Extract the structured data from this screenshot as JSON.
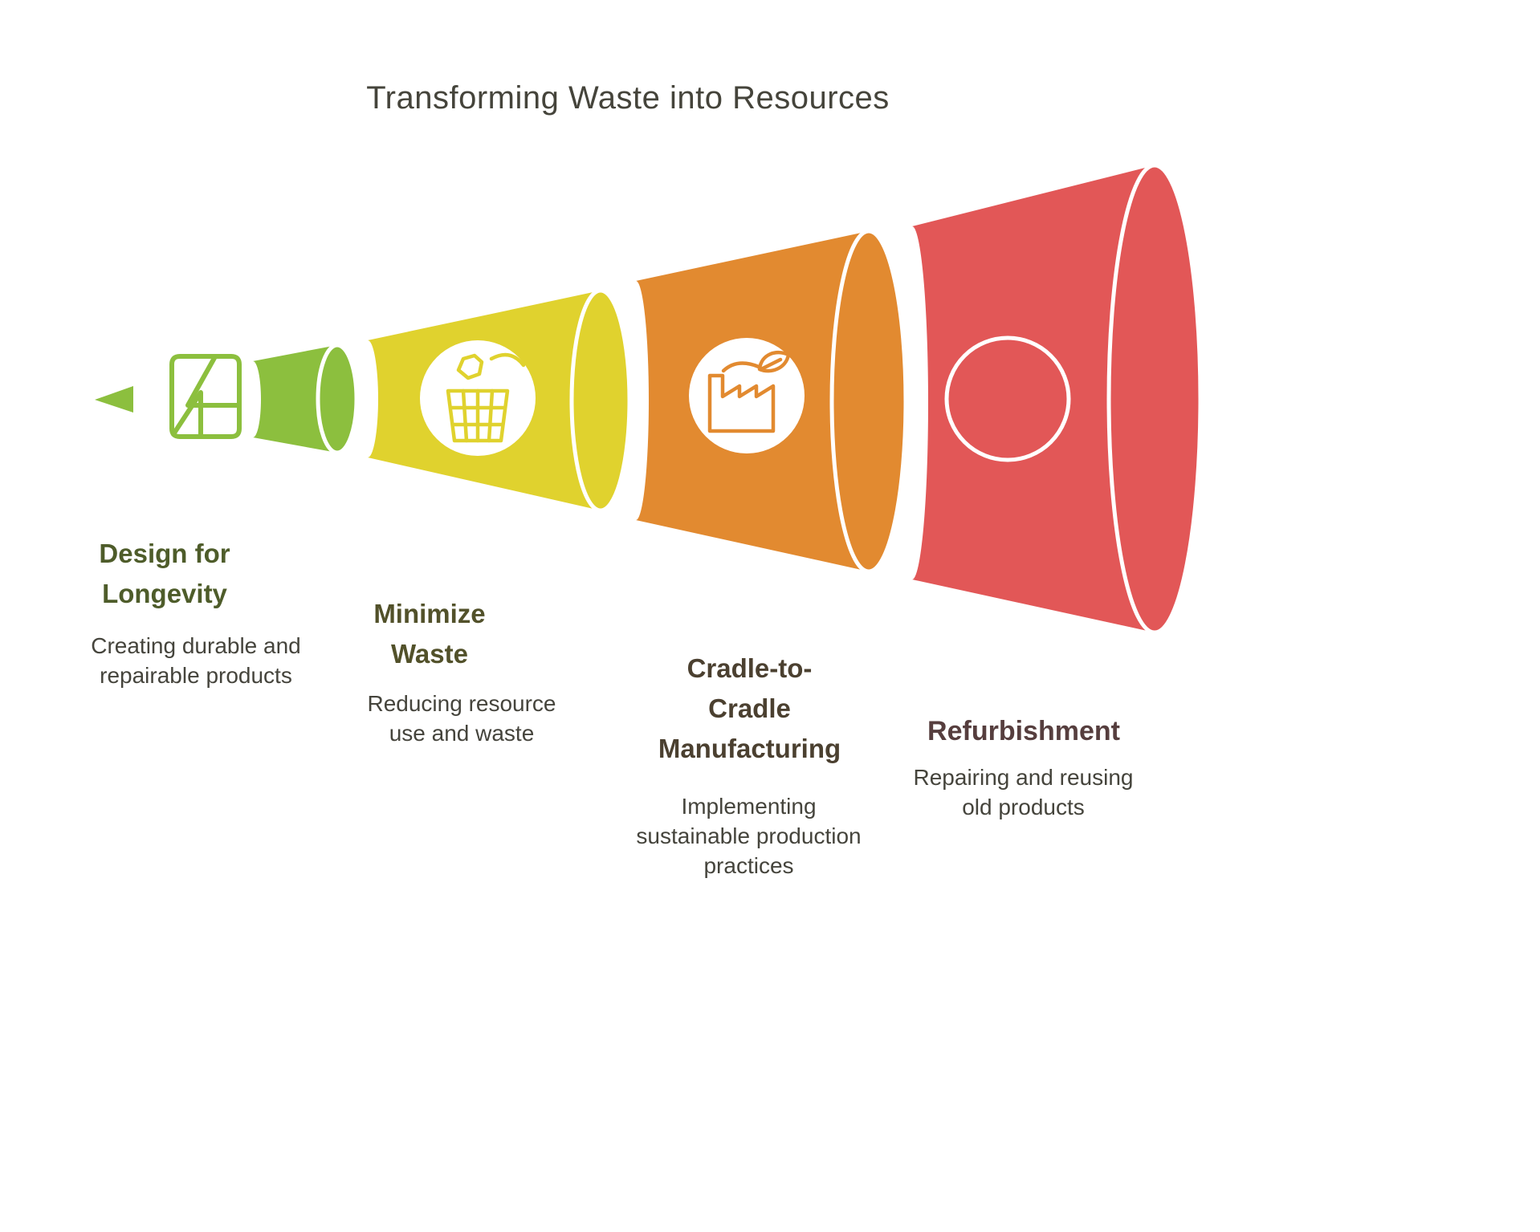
{
  "title": "Transforming Waste into Resources",
  "background_color": "#FFFFFF",
  "title_color": "#45443B",
  "description_color": "#45443C",
  "stages": [
    {
      "label": "Design for Longevity",
      "description": "Creating durable and repairable products",
      "color": "#8CBF3E",
      "heading_color": "#4E5C2A",
      "icon": "design-logo-icon"
    },
    {
      "label": "Minimize Waste",
      "description": "Reducing resource use and waste",
      "color": "#E0D22E",
      "heading_color": "#52512A",
      "icon": "trash-bin-icon"
    },
    {
      "label": "Cradle-to-Cradle Manufacturing",
      "description": "Implementing sustainable production practices",
      "color": "#E28A30",
      "heading_color": "#4B4030",
      "icon": "factory-leaf-icon"
    },
    {
      "label": "Refurbishment",
      "description": "Repairing and reusing old products",
      "color": "#E25757",
      "heading_color": "#563E3E",
      "icon": "circle-outline-icon"
    }
  ]
}
